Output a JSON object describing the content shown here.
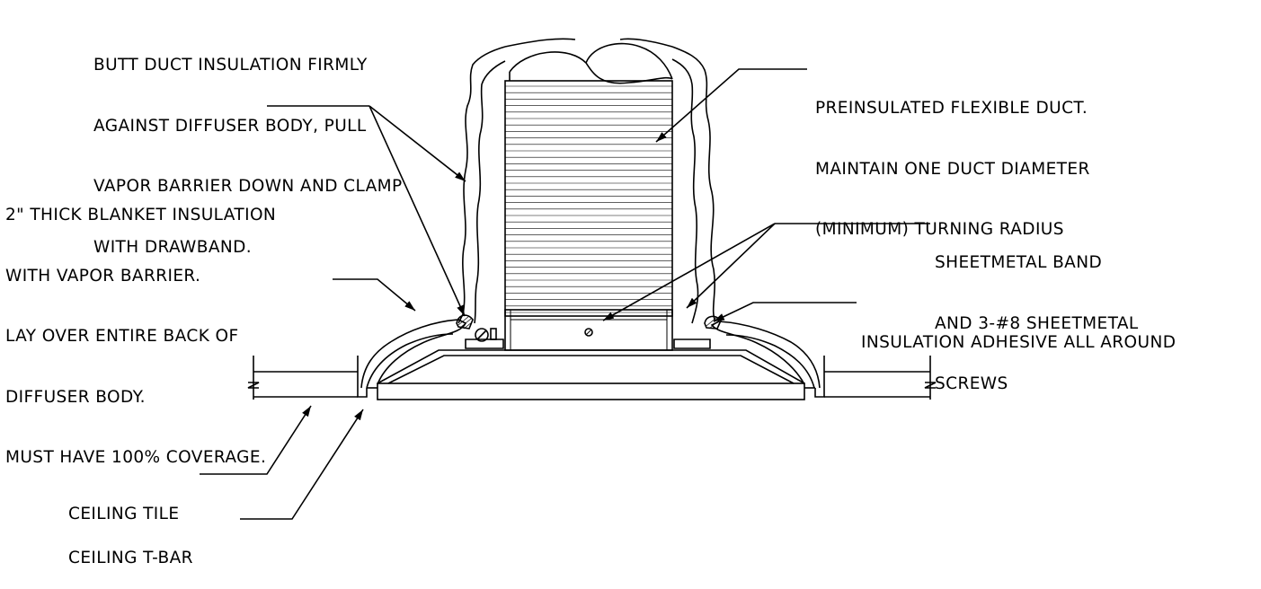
{
  "drawing": {
    "title": "",
    "callouts": {
      "butt_insulation": [
        "BUTT DUCT INSULATION FIRMLY",
        "AGAINST DIFFUSER BODY, PULL",
        "VAPOR BARRIER DOWN AND CLAMP",
        "WITH DRAWBAND."
      ],
      "blanket_insulation": [
        "2\" THICK BLANKET INSULATION",
        "WITH VAPOR BARRIER.",
        "LAY OVER ENTIRE BACK OF",
        "DIFFUSER BODY.",
        "MUST HAVE 100% COVERAGE."
      ],
      "flexible_duct": [
        "PREINSULATED FLEXIBLE DUCT.",
        "MAINTAIN ONE DUCT DIAMETER",
        "(MINIMUM) TURNING RADIUS"
      ],
      "sheetmetal_band": [
        "SHEETMETAL BAND",
        "AND 3-#8 SHEETMETAL",
        "SCREWS"
      ],
      "adhesive": [
        "INSULATION ADHESIVE ALL AROUND"
      ],
      "ceiling_tile": [
        "CEILING TILE"
      ],
      "ceiling_tbar": [
        "CEILING T-BAR"
      ]
    },
    "line_color": "#000000",
    "background": "#ffffff"
  }
}
